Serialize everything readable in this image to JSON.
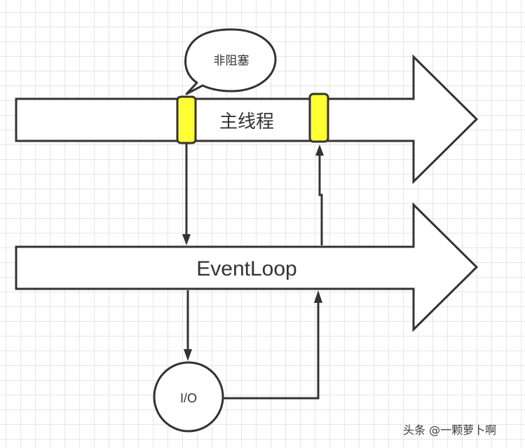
{
  "diagram": {
    "bubble": {
      "label": "非阻塞"
    },
    "main_thread": {
      "label": "主线程"
    },
    "event_loop": {
      "label": "EventLoop"
    },
    "io_node": {
      "label": "I/O"
    },
    "watermark": "头条 @一颗萝卜啊",
    "colors": {
      "stroke": "#333333",
      "highlight": "#ffff33",
      "fill": "#ffffff",
      "grid": "#e6e6e6"
    },
    "connections": [
      {
        "from": "main-thread-marker-left",
        "to": "event-loop",
        "label": ""
      },
      {
        "from": "event-loop",
        "to": "main-thread-marker-right",
        "label": ""
      },
      {
        "from": "event-loop",
        "to": "io-node",
        "label": ""
      },
      {
        "from": "io-node",
        "to": "event-loop",
        "label": ""
      }
    ]
  }
}
